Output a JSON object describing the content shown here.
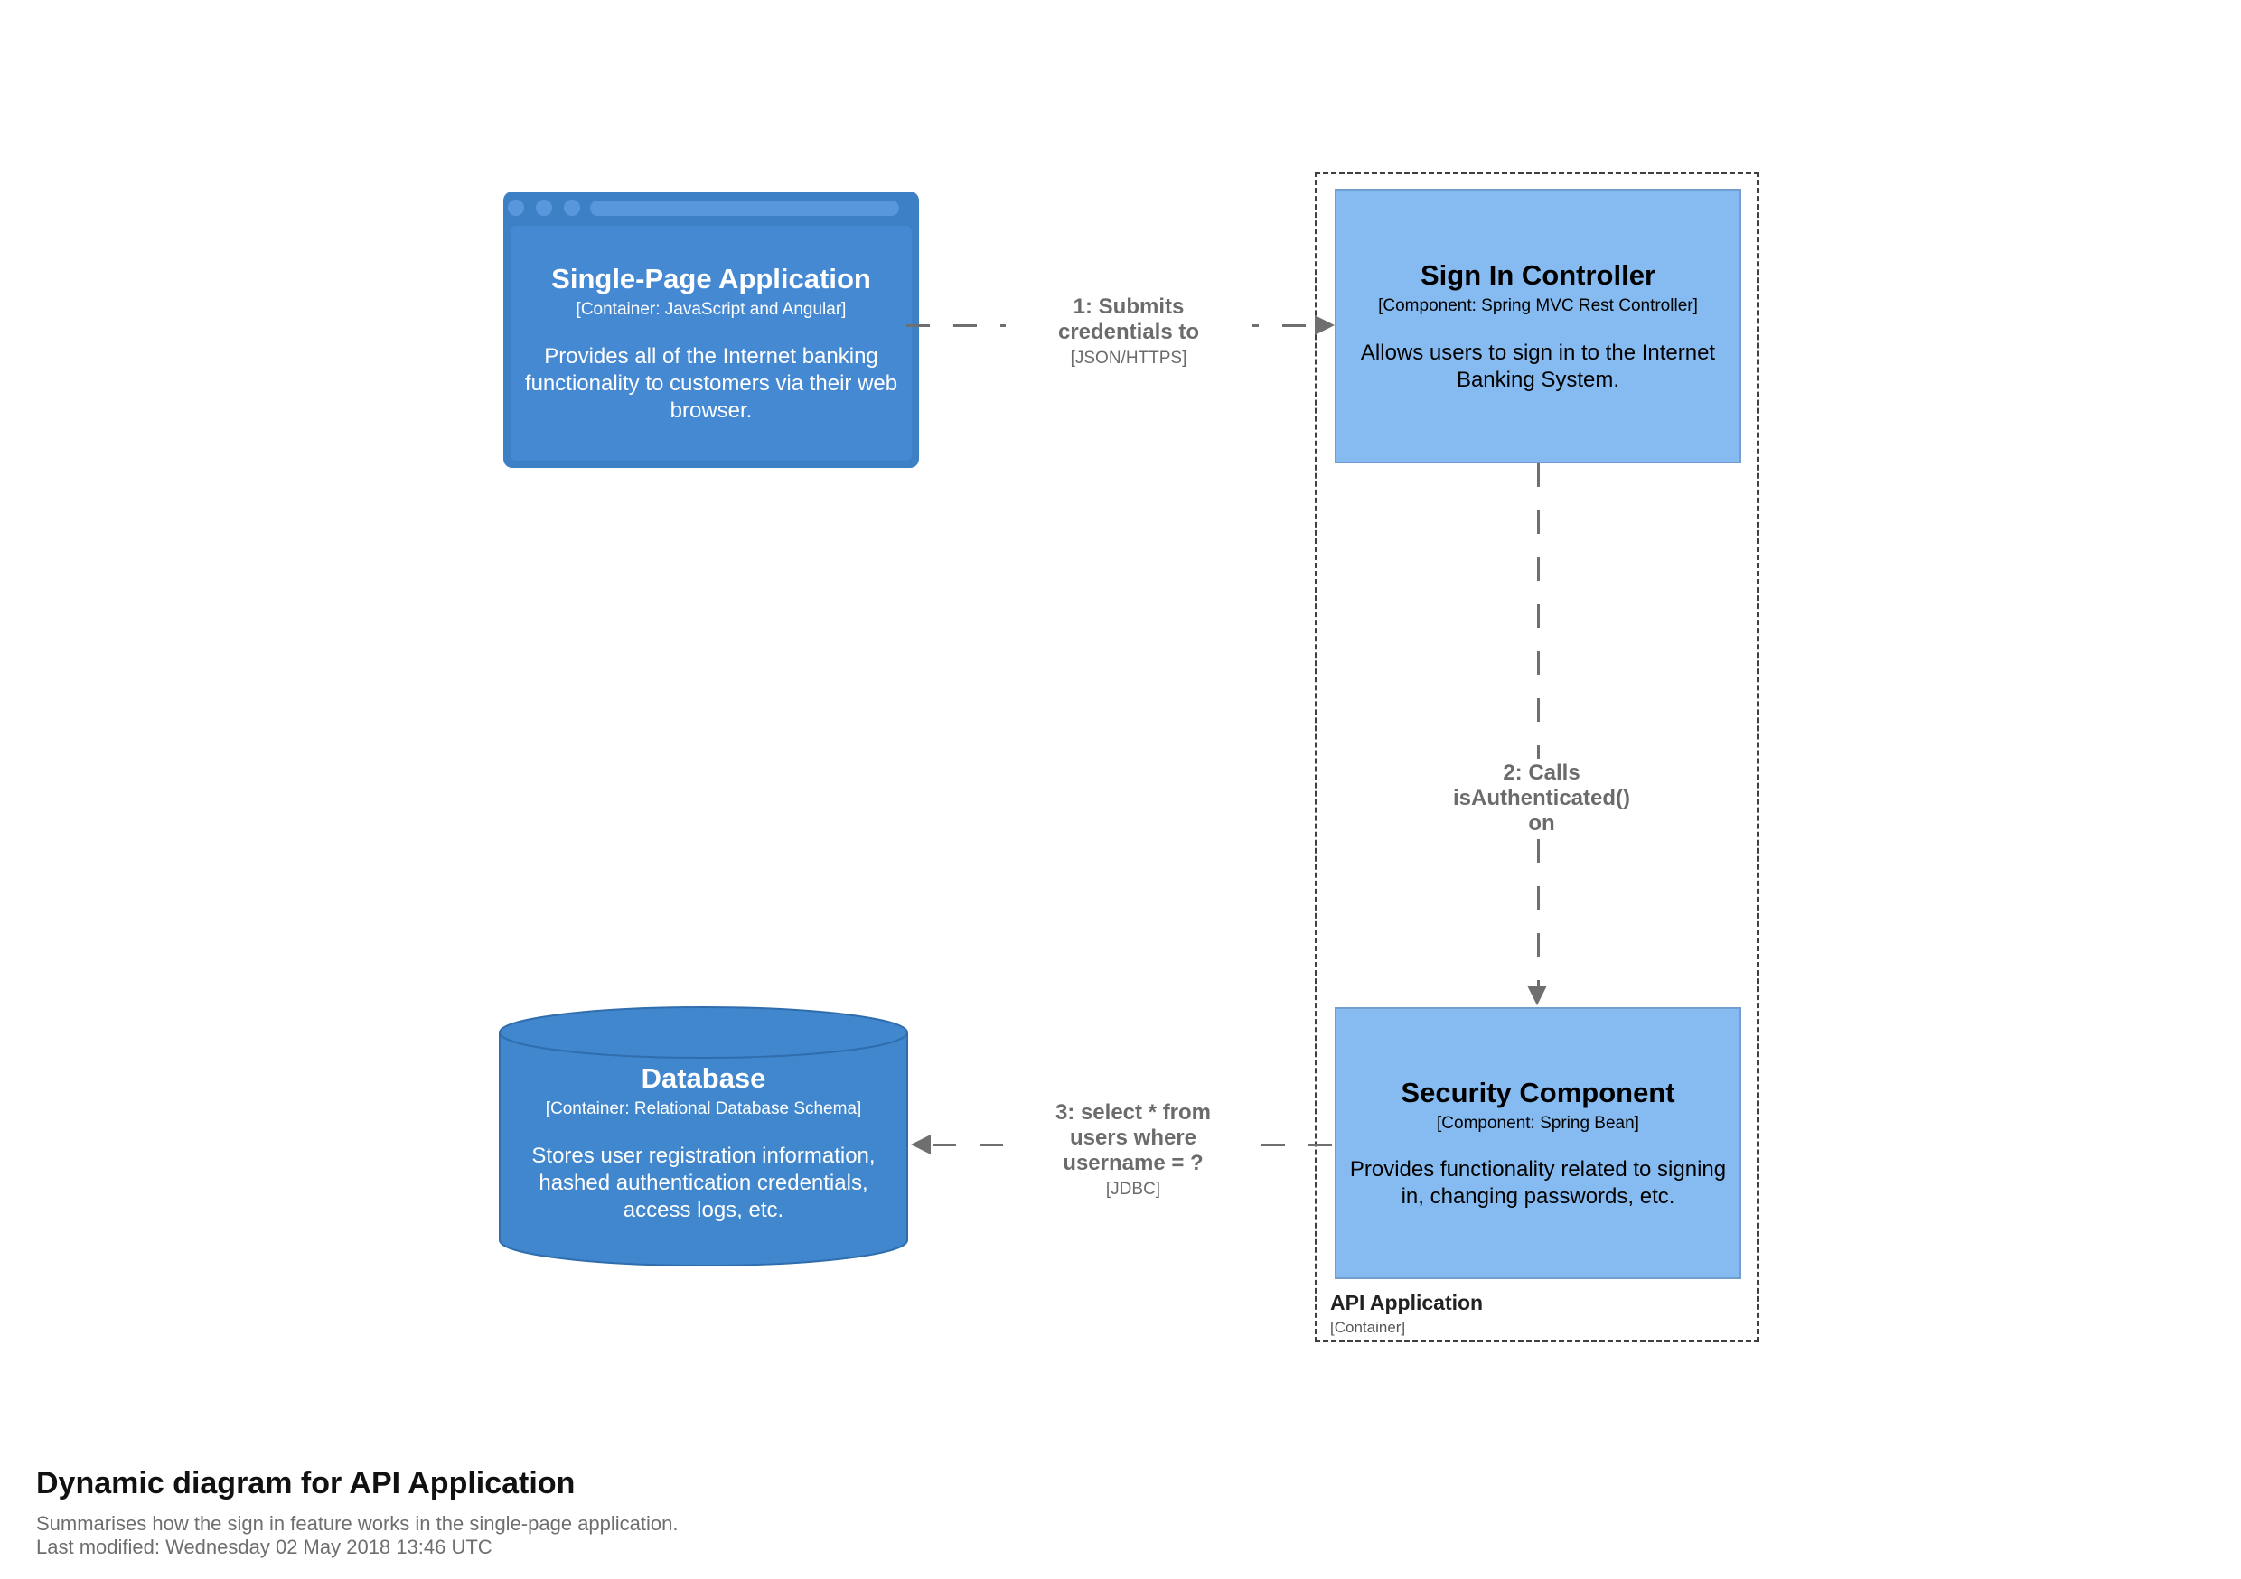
{
  "footer": {
    "title": "Dynamic diagram for API Application",
    "subtitle": "Summarises how the sign in feature works in the single-page application.",
    "last_modified": "Last modified: Wednesday 02 May 2018 13:46 UTC"
  },
  "boundary": {
    "name": "API Application",
    "meta": "[Container]"
  },
  "nodes": {
    "spa": {
      "title": "Single-Page Application",
      "meta": "[Container: JavaScript and Angular]",
      "description": "Provides all of the Internet banking functionality to customers via their web browser."
    },
    "sign_in_controller": {
      "title": "Sign In Controller",
      "meta": "[Component: Spring MVC Rest Controller]",
      "description": "Allows users to sign in to the Internet Banking System."
    },
    "security_component": {
      "title": "Security Component",
      "meta": "[Component: Spring Bean]",
      "description": "Provides functionality related to signing in, changing passwords, etc."
    },
    "database": {
      "title": "Database",
      "meta": "[Container: Relational Database Schema]",
      "description": "Stores user registration information, hashed authentication credentials, access logs, etc."
    }
  },
  "relationships": {
    "r1": {
      "name": "1: Submits\ncredentials to",
      "tech": "[JSON/HTTPS]"
    },
    "r2": {
      "name": "2: Calls\nisAuthenticated()\non"
    },
    "r3": {
      "name": "3: select * from\nusers where\nusername = ?",
      "tech": "[JDBC]"
    }
  },
  "colors": {
    "browser_frame": "#3e80c5",
    "browser_chrome": "#5897db",
    "container_fill": "#4689d3",
    "component_fill": "#85bbf0",
    "component_border": "#6f9ecf",
    "database_fill": "#4187ce",
    "relationship": "#6f6f6f",
    "boundary_border": "#3f3f3f"
  }
}
